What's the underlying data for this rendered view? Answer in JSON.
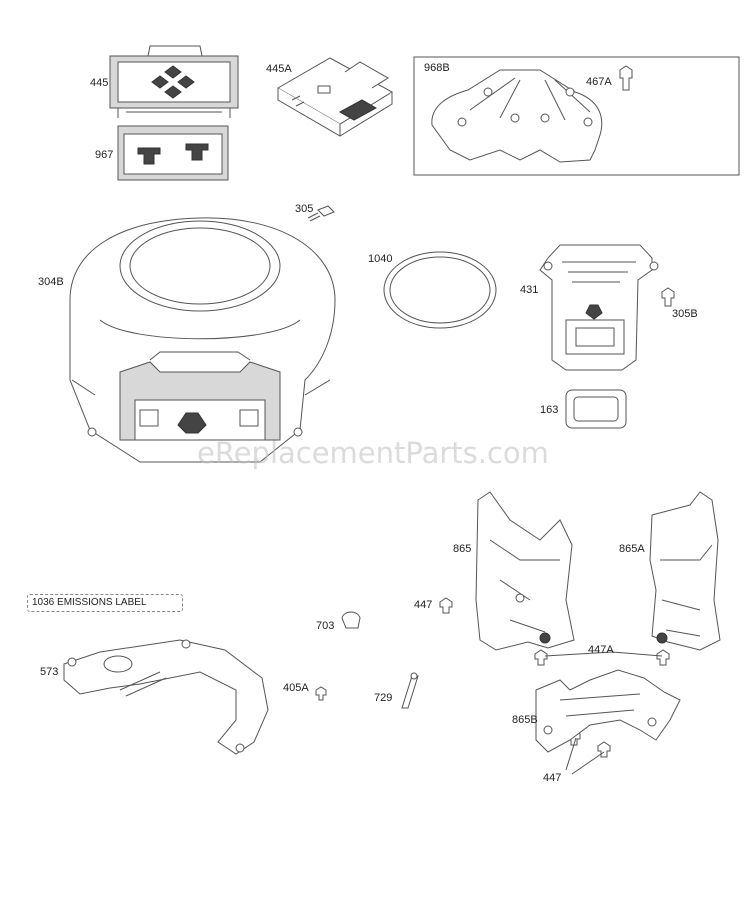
{
  "diagram": {
    "labels": {
      "p445": "445",
      "p445A": "445A",
      "p968B": "968B",
      "p467A": "467A",
      "p967": "967",
      "p305": "305",
      "p304B": "304B",
      "p1040": "1040",
      "p431": "431",
      "p305B": "305B",
      "p163": "163",
      "p865": "865",
      "p865A": "865A",
      "p447a": "447",
      "p703": "703",
      "p447A": "447A",
      "p573": "573",
      "p405A": "405A",
      "p729": "729",
      "p865B": "865B",
      "p447b": "447"
    },
    "emissions_label": "1036 EMISSIONS LABEL",
    "watermark": "eReplacementParts.com"
  }
}
